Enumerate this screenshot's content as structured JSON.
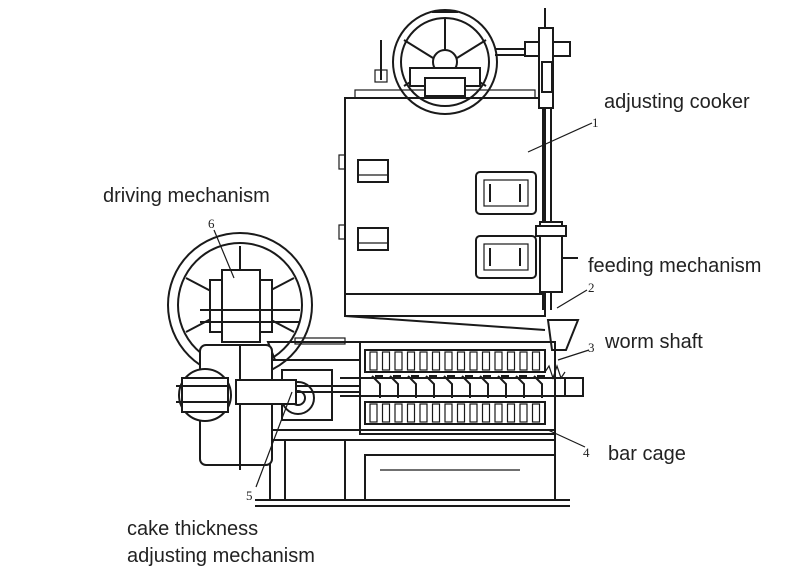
{
  "labels": {
    "adjusting_cooker": "adjusting cooker",
    "driving_mechanism": "driving mechanism",
    "feeding_mechanism": "feeding mechanism",
    "worm_shaft": "worm shaft",
    "bar_cage": "bar cage",
    "cake_line1": "cake thickness",
    "cake_line2": "adjusting mechanism"
  },
  "callouts": {
    "n1": "1",
    "n2": "2",
    "n3": "3",
    "n4": "4",
    "n5": "5",
    "n6": "6"
  }
}
